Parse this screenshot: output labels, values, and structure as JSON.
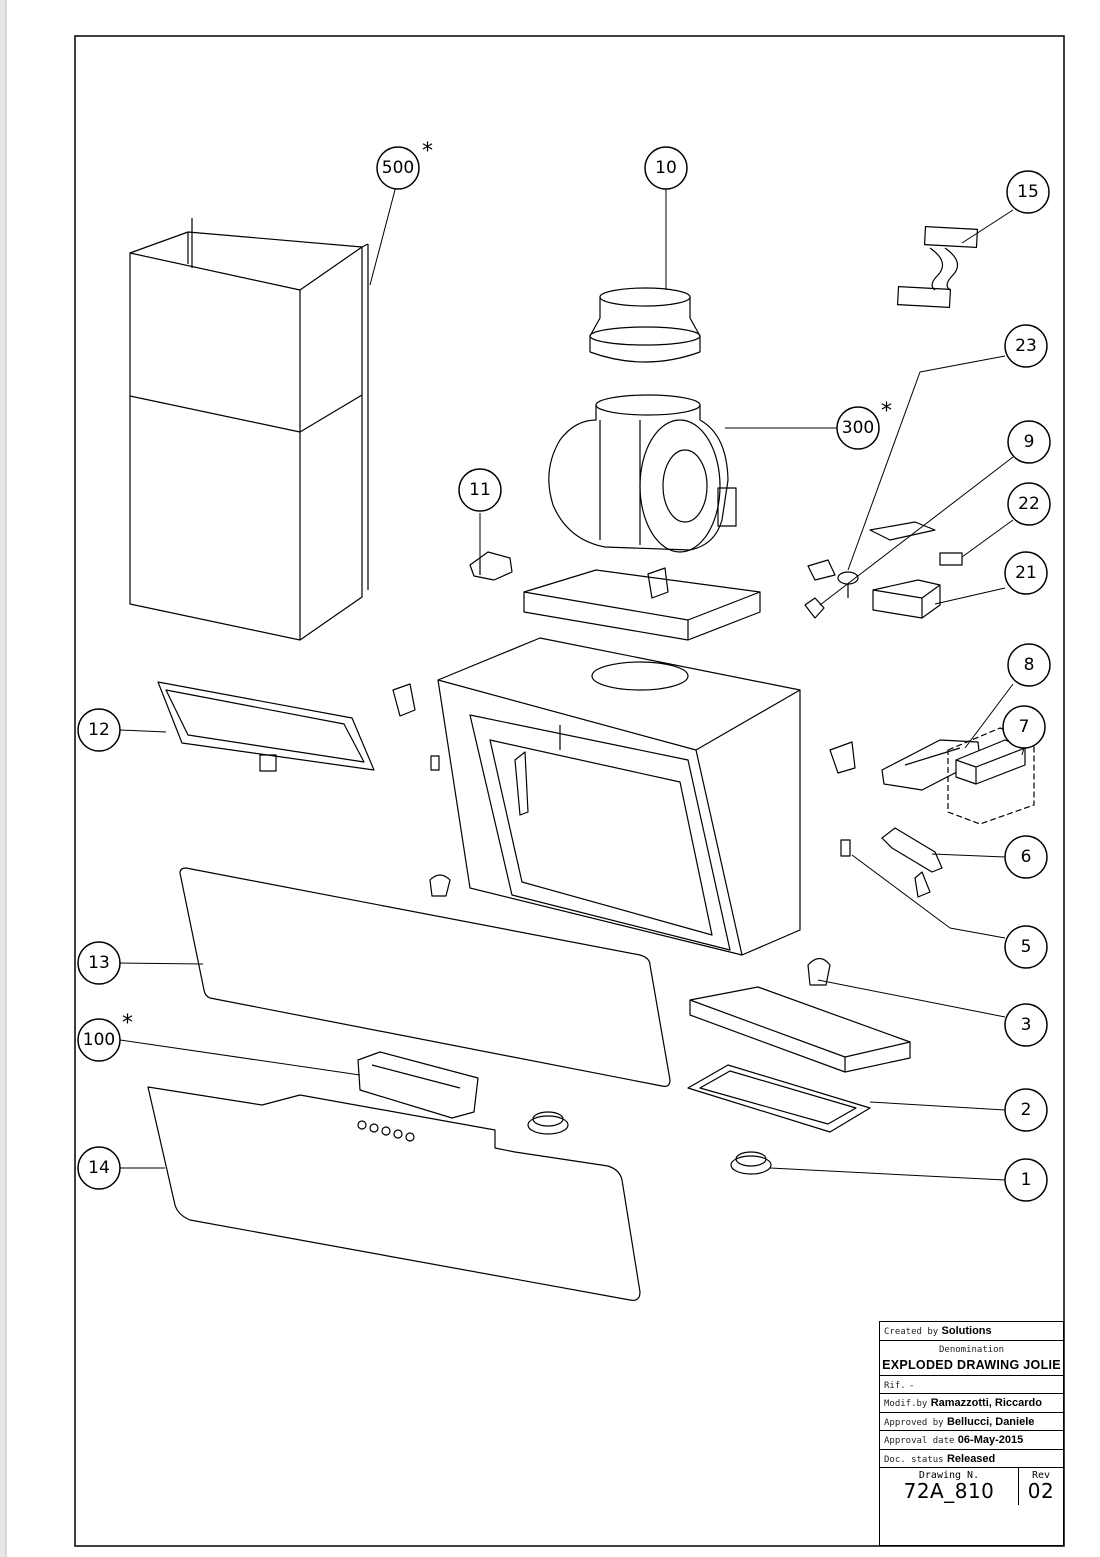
{
  "callouts": [
    {
      "id": "500",
      "star": true
    },
    {
      "id": "10",
      "star": false
    },
    {
      "id": "15",
      "star": false
    },
    {
      "id": "23",
      "star": false
    },
    {
      "id": "300",
      "star": true
    },
    {
      "id": "9",
      "star": false
    },
    {
      "id": "11",
      "star": false
    },
    {
      "id": "22",
      "star": false
    },
    {
      "id": "21",
      "star": false
    },
    {
      "id": "8",
      "star": false
    },
    {
      "id": "12",
      "star": false
    },
    {
      "id": "7",
      "star": false
    },
    {
      "id": "6",
      "star": false
    },
    {
      "id": "5",
      "star": false
    },
    {
      "id": "13",
      "star": false
    },
    {
      "id": "3",
      "star": false
    },
    {
      "id": "100",
      "star": true
    },
    {
      "id": "2",
      "star": false
    },
    {
      "id": "14",
      "star": false
    },
    {
      "id": "1",
      "star": false
    }
  ],
  "star_mark": "*",
  "title_block": {
    "created_by_label": "Created by",
    "created_by": "Solutions",
    "denomination_label": "Denomination",
    "denomination": "EXPLODED DRAWING JOLIE",
    "rif_label": "Rif.",
    "rif": "-",
    "modif_label": "Modif.by",
    "modif_by": "Ramazzotti, Riccardo",
    "approved_label": "Approved by",
    "approved_by": "Bellucci, Daniele",
    "approval_date_label": "Approval date",
    "approval_date": "06-May-2015",
    "status_label": "Doc. status",
    "status": "Released",
    "drawing_no_label": "Drawing N.",
    "drawing_no": "72A_810",
    "rev_label": "Rev",
    "rev": "02"
  }
}
